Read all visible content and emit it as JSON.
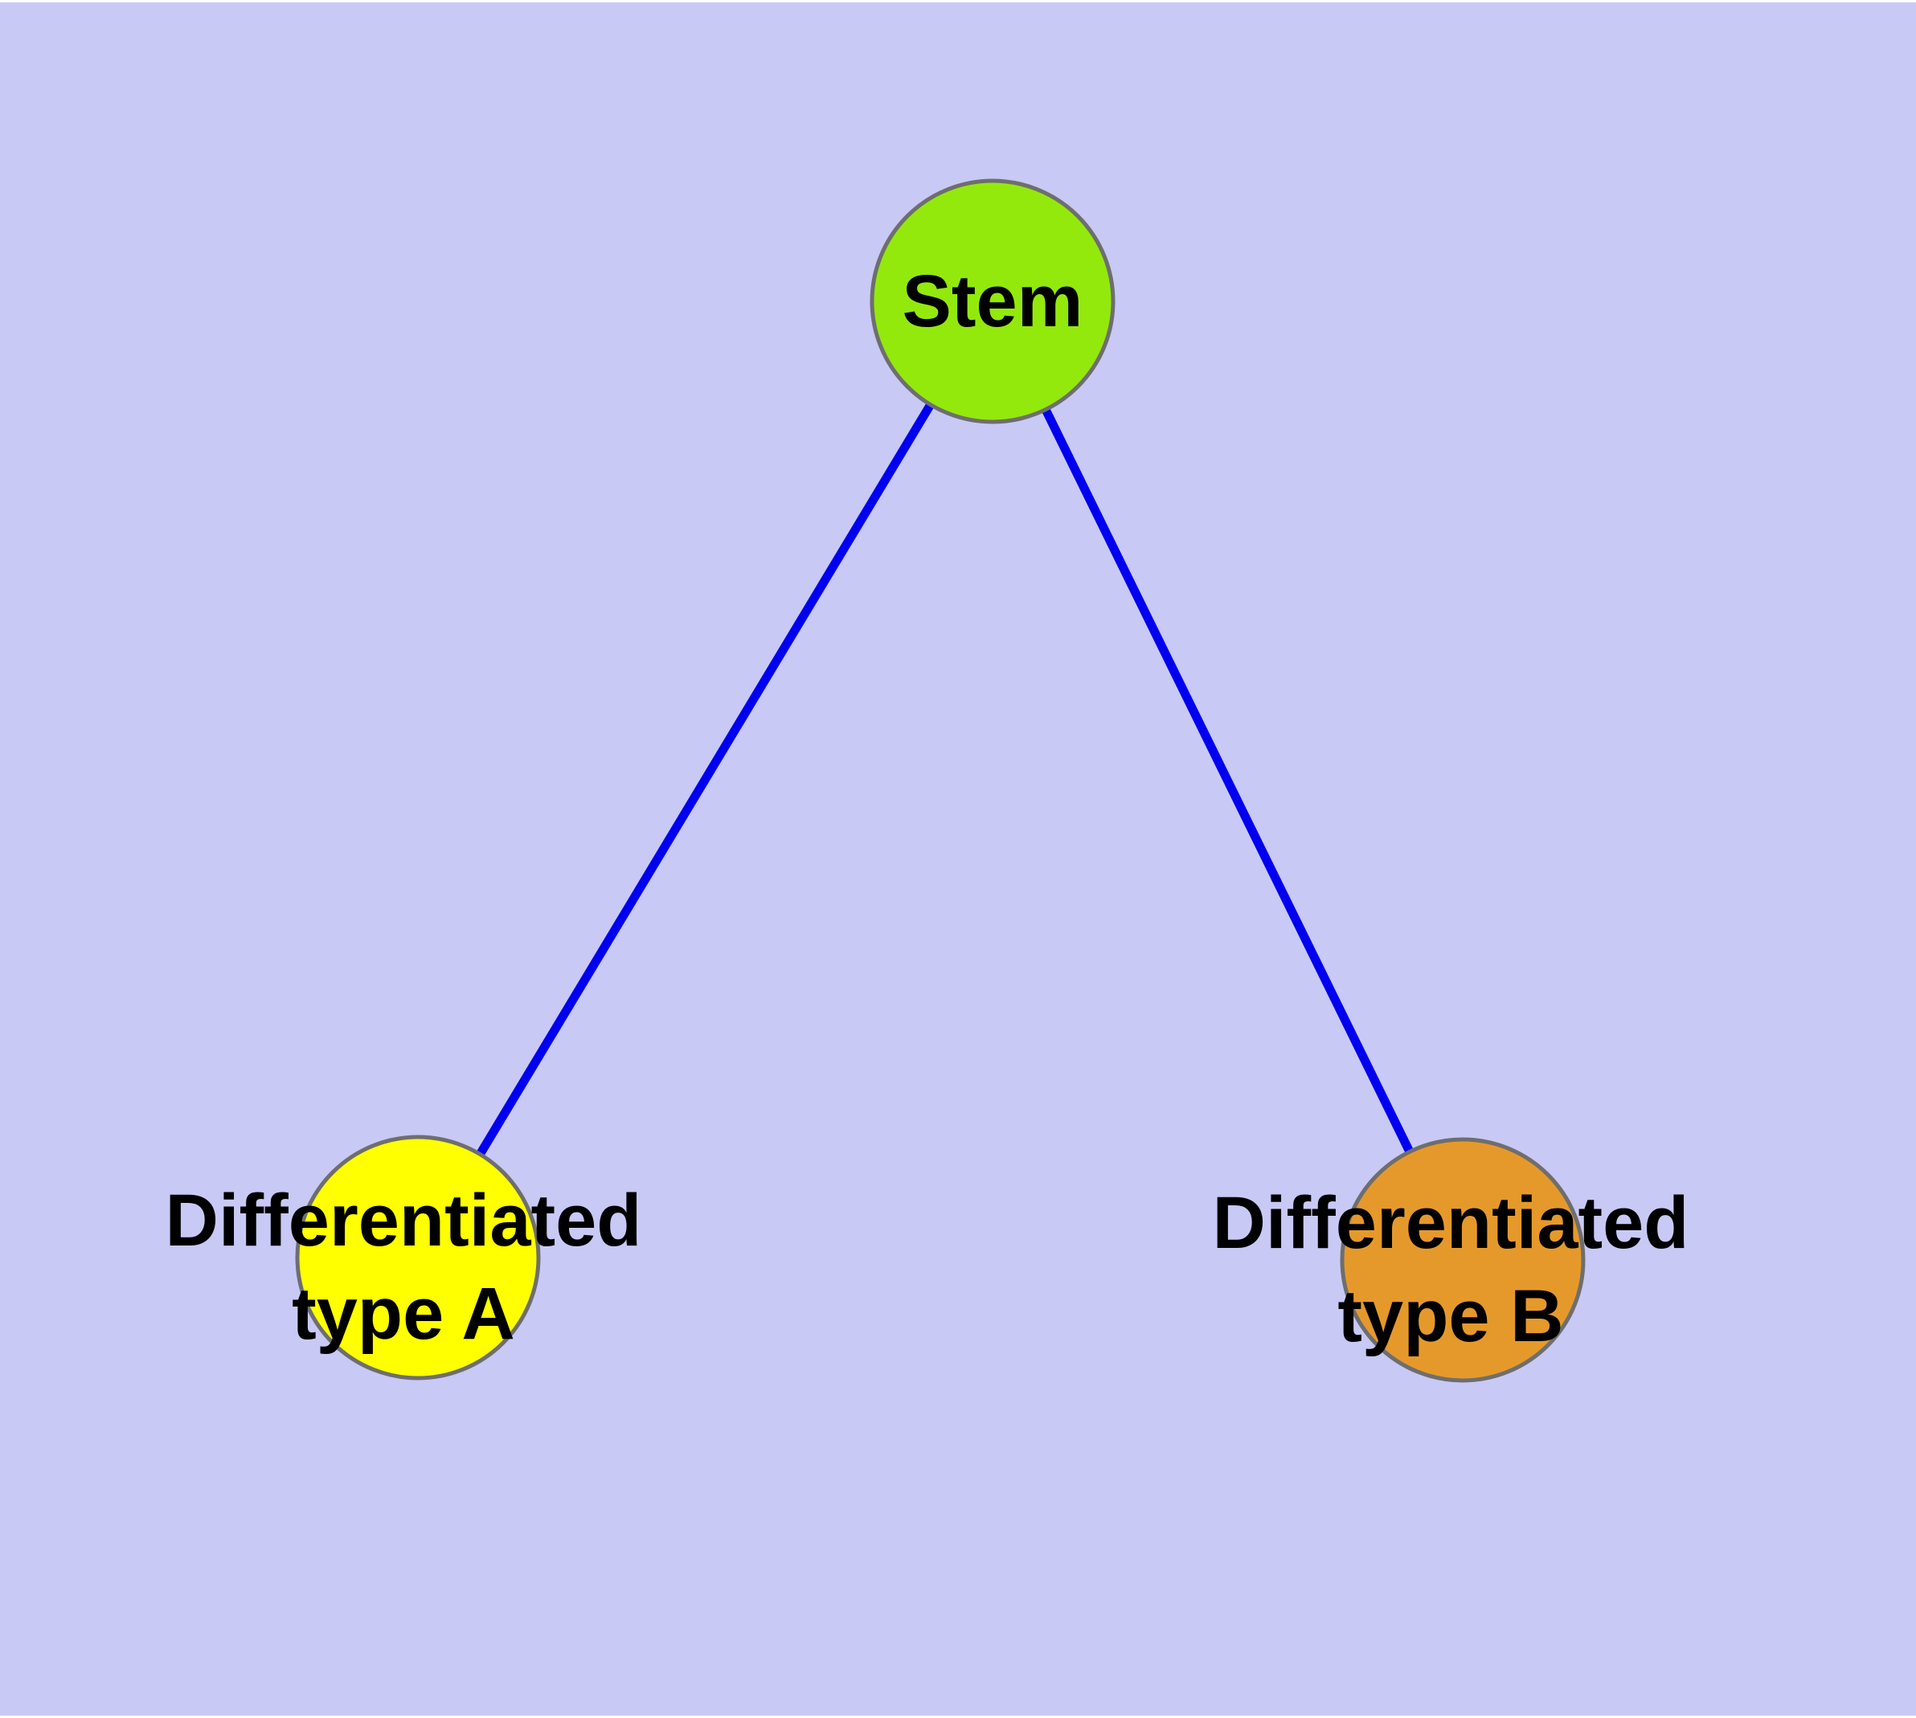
{
  "diagram": {
    "type": "graph",
    "background_color": "#C9C9F6",
    "frame_color": "#FFFFFF",
    "edge_color": "#0000F0",
    "node_border_color": "#6E6E6E",
    "label_color": "#000000",
    "nodes": {
      "stem": {
        "id": "stem",
        "label": "Stem",
        "color": "#93E90C"
      },
      "type_a": {
        "id": "type_a",
        "label_line1": "Differentiated",
        "label_line2": "type A",
        "color": "#FFFF00"
      },
      "type_b": {
        "id": "type_b",
        "label_line1": "Differentiated",
        "label_line2": "type B",
        "color": "#E6992B"
      }
    },
    "edges": [
      {
        "from": "stem",
        "to": "type_a"
      },
      {
        "from": "stem",
        "to": "type_b"
      }
    ]
  }
}
